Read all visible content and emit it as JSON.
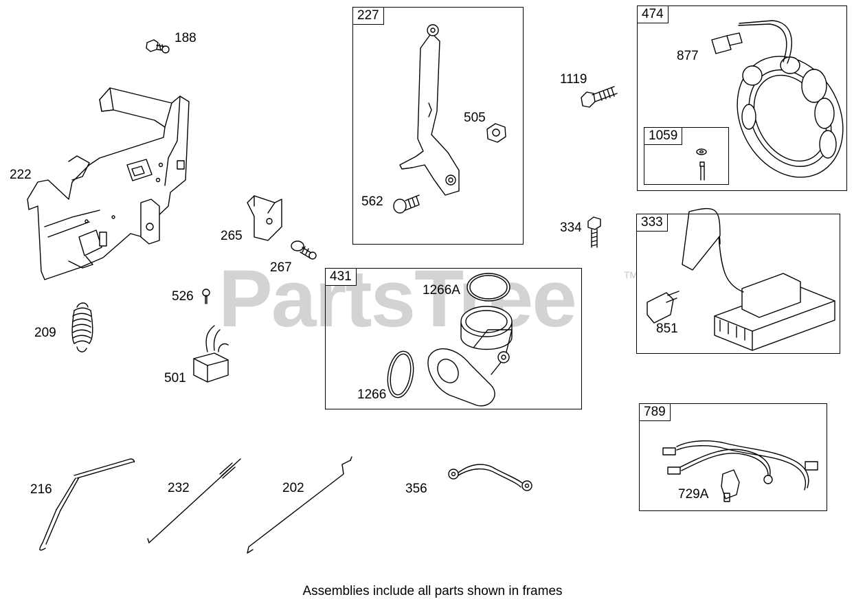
{
  "watermark": {
    "text": "PartsTree",
    "trademark": "TM"
  },
  "frames": [
    {
      "label": "227"
    },
    {
      "label": "474"
    },
    {
      "label": "1059"
    },
    {
      "label": "333"
    },
    {
      "label": "431"
    },
    {
      "label": "789"
    }
  ],
  "parts": {
    "p188": "188",
    "p222": "222",
    "p265": "265",
    "p267": "267",
    "p526": "526",
    "p209": "209",
    "p501": "501",
    "p505": "505",
    "p562": "562",
    "p1119": "1119",
    "p877": "877",
    "p334": "334",
    "p851": "851",
    "p1266A": "1266A",
    "p1266": "1266",
    "p216": "216",
    "p232": "232",
    "p202": "202",
    "p356": "356",
    "p729A": "729A"
  },
  "caption": "Assemblies include all parts shown in frames"
}
